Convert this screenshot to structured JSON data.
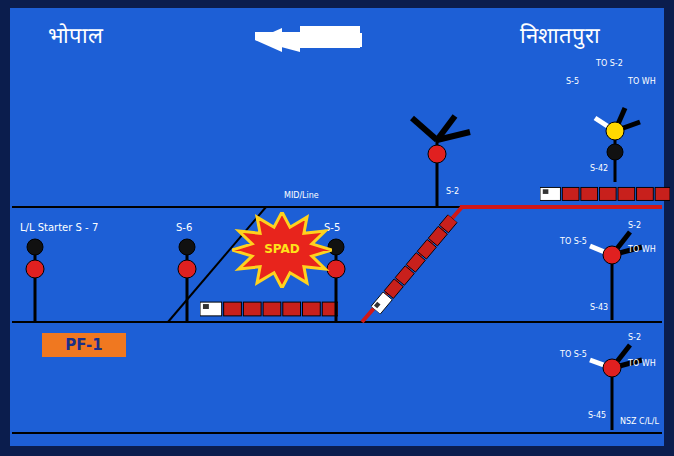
{
  "diagram": {
    "nodes": [
      {
        "text": [
          "SPAD"
        ]
      },
      {
        "text": [
          "PF-1"
        ]
      }
    ],
    "labels": [
      "भोपाल",
      "निशातपुरा",
      "TO S-2",
      "S-5",
      "TO WH",
      "S-42",
      "S-2",
      "MID/Line",
      "L/L Starter S - 7",
      "S-6",
      "S-5",
      "S-2",
      "TO S-5",
      "TO WH",
      "S-43",
      "S-2",
      "TO S-5",
      "TO WH",
      "S-45",
      "NSZ C/L/L"
    ]
  }
}
